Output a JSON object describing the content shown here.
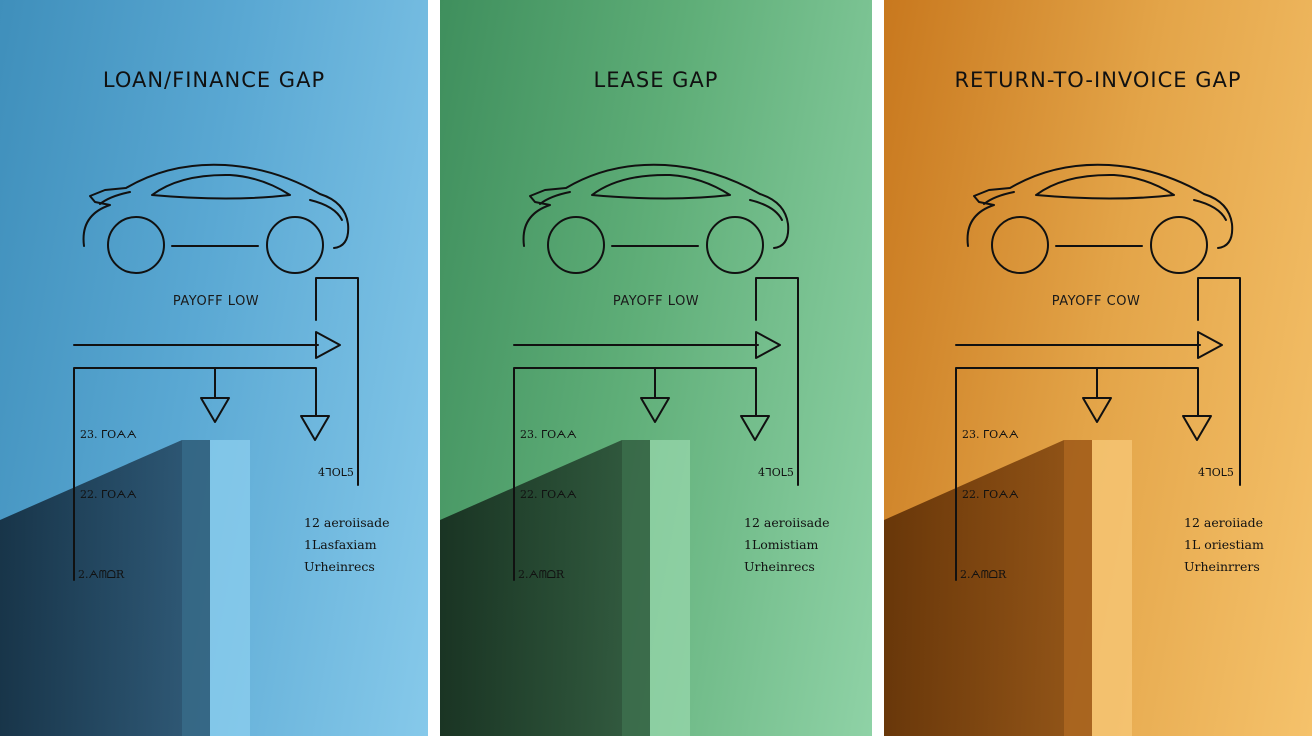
{
  "panels": [
    {
      "title": "LOAN/FINANCE GAP",
      "payoff_label": "PAYOFF LOW",
      "left_labels": [
        "23. ᒥOᗅᗅ",
        "22. ᒥOᗅᗅ",
        "2.ᗅᗰᗝR"
      ],
      "right_value": "4ᒣOᒪ5",
      "notes": [
        "12 aeroiisade",
        "1Lasfaxiam",
        "Urheinrecs"
      ],
      "color": "#5aa8d3"
    },
    {
      "title": "LEASE GAP",
      "payoff_label": "PAYOFF LOW",
      "left_labels": [
        "23. ᒥOᗅᗅ",
        "22. ᒥOᗅᗅ",
        "2.ᗅᗰᗝR"
      ],
      "right_value": "4ᒣOᒪ5",
      "notes": [
        "12 aeroiisade",
        "1Lomistiam",
        "Urheinrecs"
      ],
      "color": "#5fae78"
    },
    {
      "title": "RETURN-TO-INVOICE GAP",
      "payoff_label": "PAYOFF COW",
      "left_labels": [
        "23. ᒥOᗅᗅ",
        "22. ᒥOᗅᗅ",
        "2.ᗅᗰᗝR"
      ],
      "right_value": "4ᒣOᒪ5",
      "notes": [
        "12 aeroiiade",
        "1L oriestiam",
        "Urheinrrers"
      ],
      "color": "#e3a448"
    }
  ]
}
